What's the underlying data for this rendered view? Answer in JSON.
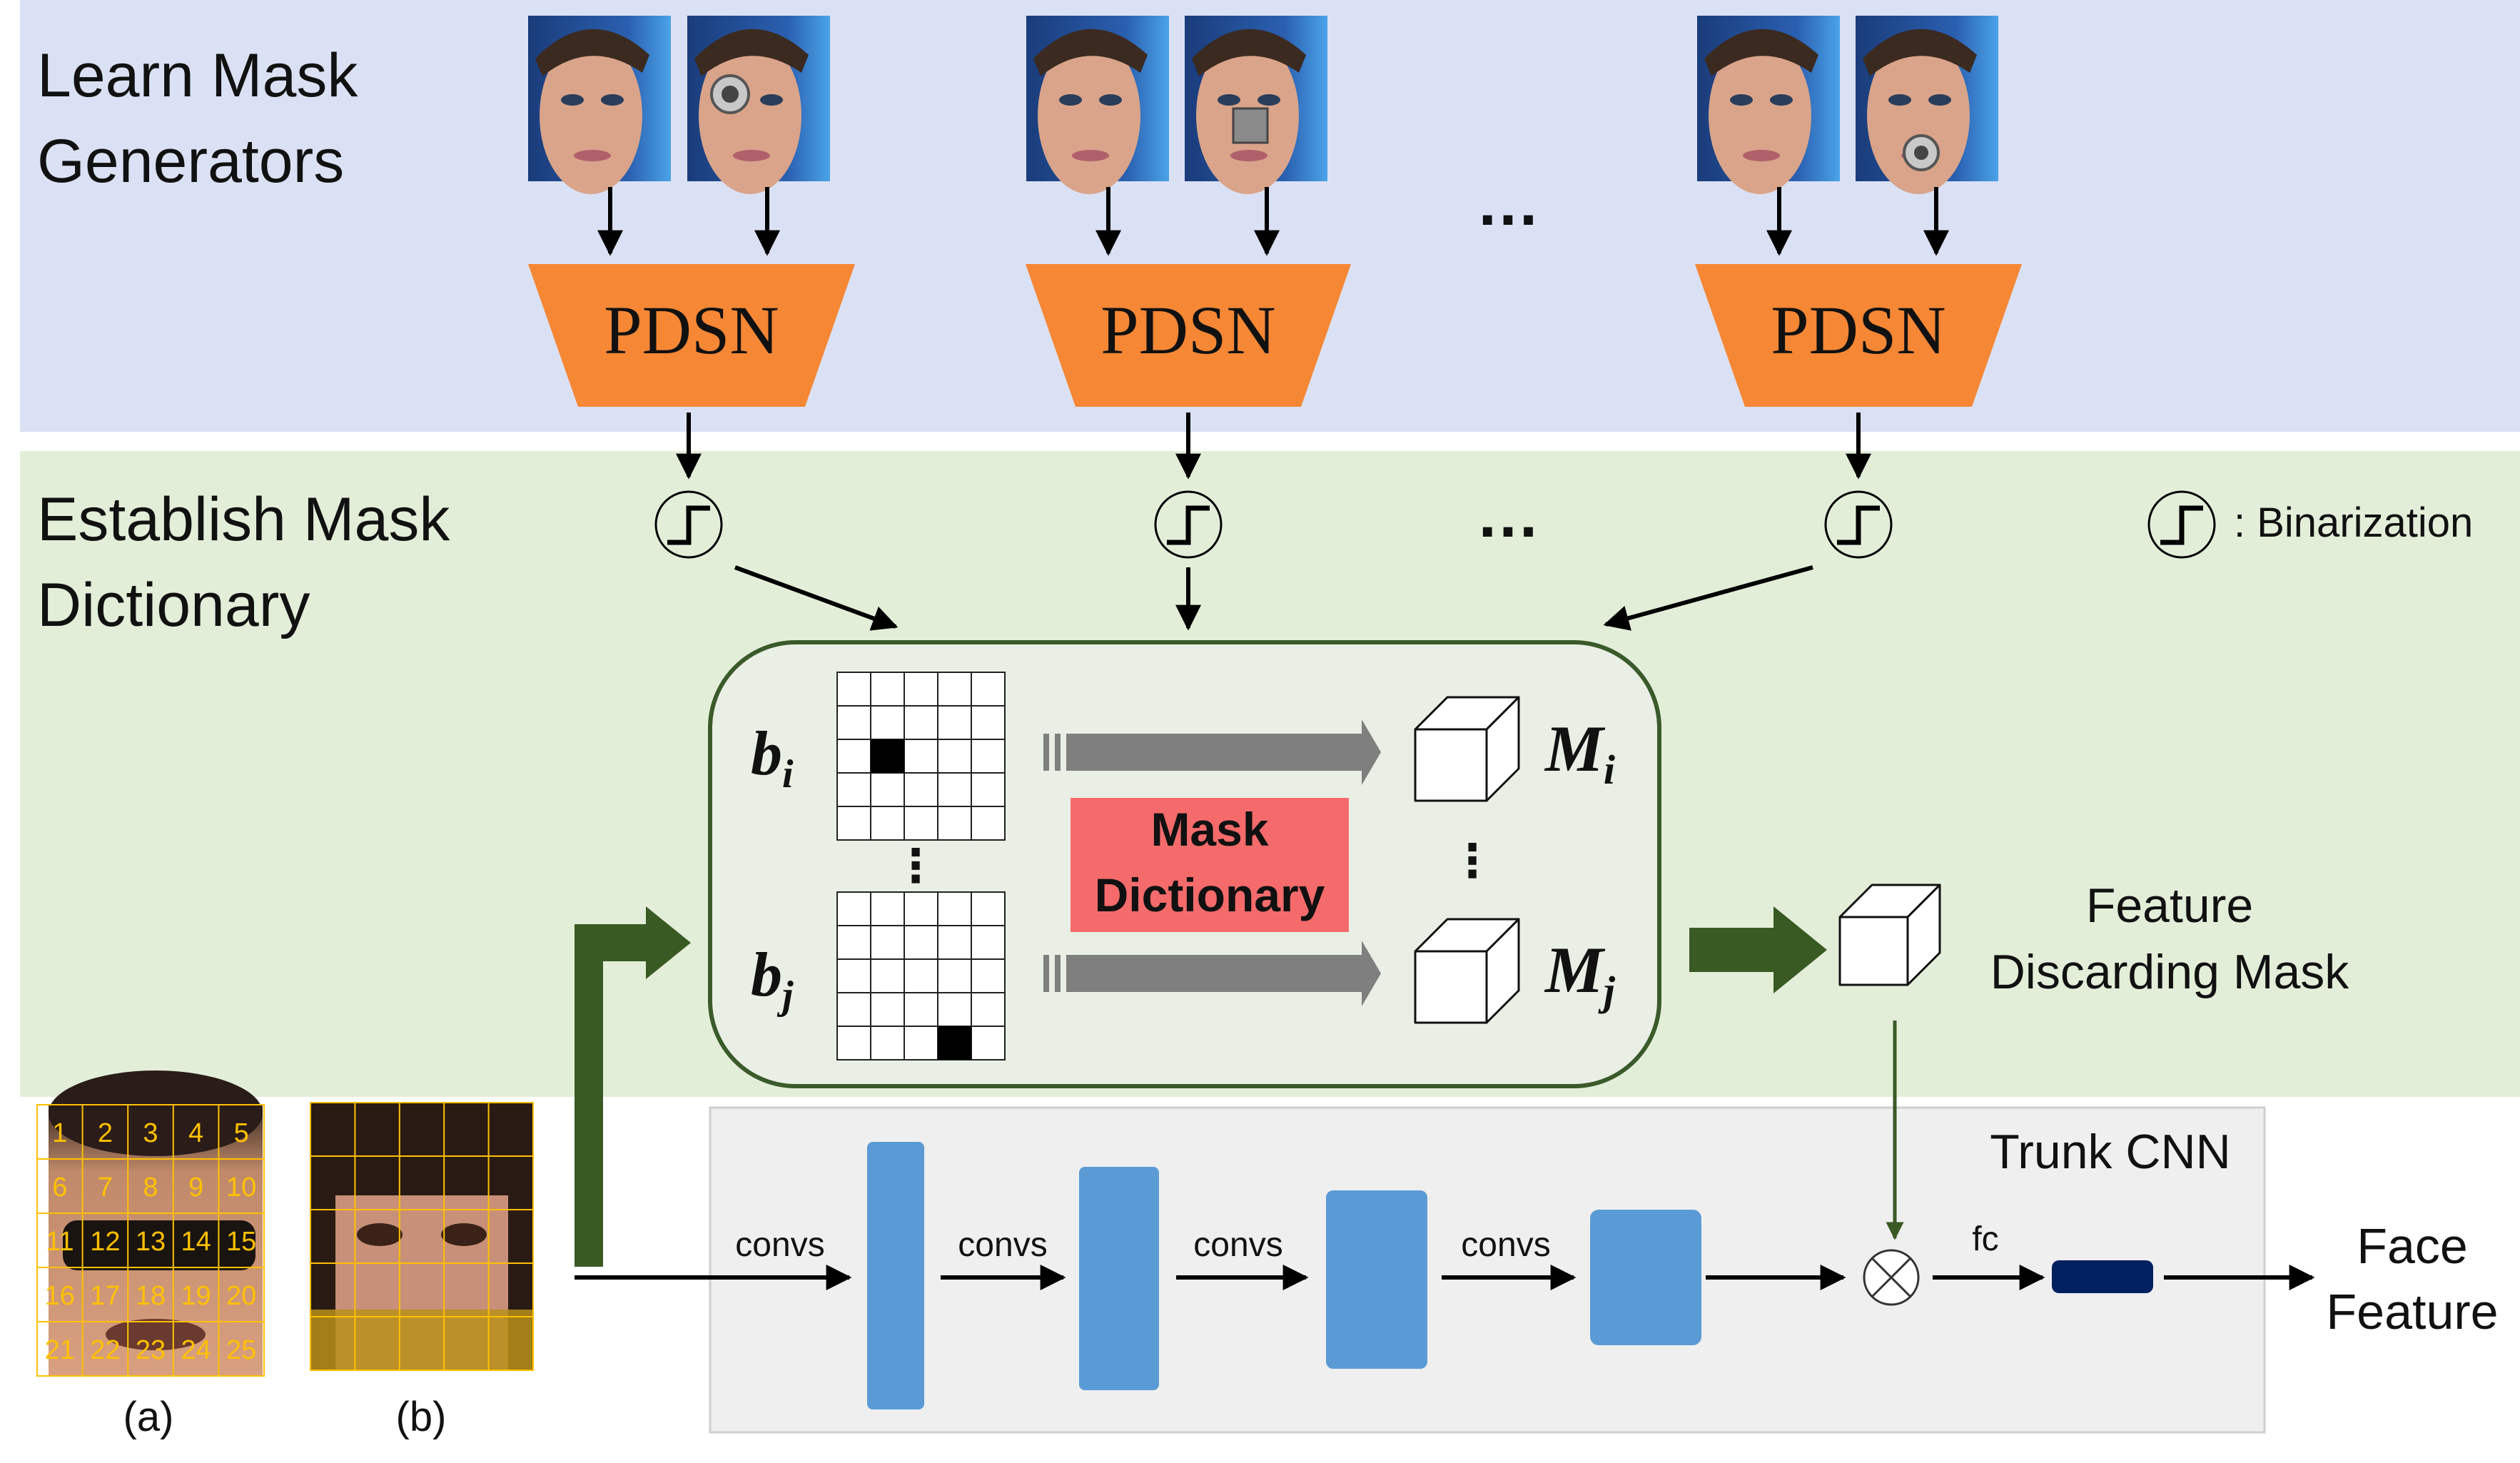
{
  "sections": {
    "learn_title": "Learn Mask\nGenerators",
    "establish_title": "Establish Mask\nDictionary"
  },
  "pdsn": {
    "label": "PDSN"
  },
  "ellipsis": "…",
  "legend": {
    "label": ": Binarization"
  },
  "dictionary": {
    "b_i": "b",
    "b_i_sub": "i",
    "b_j": "b",
    "b_j_sub": "j",
    "M_i": "M",
    "M_i_sub": "i",
    "M_j": "M",
    "M_j_sub": "j",
    "box_line1": "Mask",
    "box_line2": "Dictionary",
    "vdots": "⋮"
  },
  "feature_mask": {
    "line1": "Feature",
    "line2": "Discarding Mask"
  },
  "trunk": {
    "title": "Trunk CNN",
    "conv_label": "convs",
    "fc_label": "fc"
  },
  "output": {
    "line1": "Face",
    "line2": "Feature"
  },
  "samples": {
    "a_label": "(a)",
    "b_label": "(b)",
    "grid_numbers": [
      "1",
      "2",
      "3",
      "4",
      "5",
      "6",
      "7",
      "8",
      "9",
      "10",
      "11",
      "12",
      "13",
      "14",
      "15",
      "16",
      "17",
      "18",
      "19",
      "20",
      "21",
      "22",
      "23",
      "24",
      "25"
    ]
  },
  "colors": {
    "top_band": "#dbe1f4",
    "mid_band": "#e3eed9",
    "pdsn": "#f58735",
    "dict_box_fill": "#e9efe4",
    "dict_box_stroke": "#3a5a2a",
    "dark_green_arrow": "#3a5a24",
    "mask_dict_box": "#f56b6b",
    "trunk_bg": "#efefef",
    "conv_block": "#5b9bd5",
    "fc_block": "#002060",
    "grid_number": "#ffc000"
  }
}
